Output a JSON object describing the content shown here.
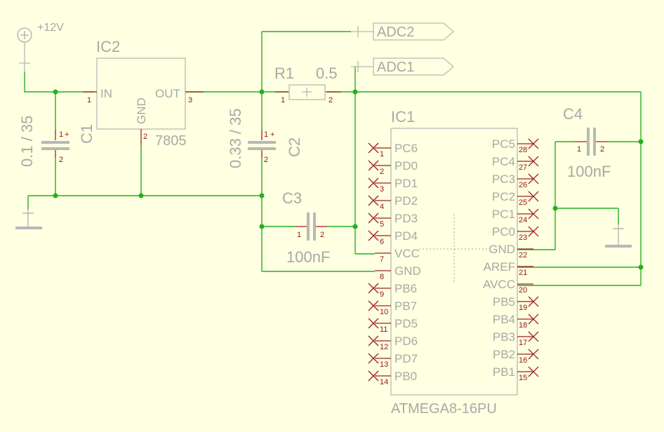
{
  "supply": {
    "label": "+12V"
  },
  "c1": {
    "name": "C1",
    "value": "0.1 / 35",
    "pin1": "1",
    "pin2": "2",
    "polarity": "+"
  },
  "c2": {
    "name": "C2",
    "value": "0.33 / 35",
    "pin1": "1",
    "pin2": "2",
    "polarity": "+"
  },
  "c3": {
    "name": "C3",
    "value": "100nF",
    "pin1": "1",
    "pin2": "2"
  },
  "c4": {
    "name": "C4",
    "value": "100nF",
    "pin1": "1",
    "pin2": "2"
  },
  "r1": {
    "name": "R1",
    "value": "0.5",
    "pin1": "1",
    "pin2": "2"
  },
  "ic2": {
    "name": "IC2",
    "value": "7805",
    "pin_in": "IN",
    "pin_out": "OUT",
    "pin_gnd": "GND",
    "pin1": "1",
    "pin2": "2",
    "pin3": "3"
  },
  "net_labels": {
    "adc2": "ADC2",
    "adc1": "ADC1"
  },
  "ic1": {
    "name": "IC1",
    "value": "ATMEGA8-16PU",
    "left_pins": [
      {
        "num": "1",
        "name": "PC6",
        "connected": false
      },
      {
        "num": "2",
        "name": "PD0",
        "connected": false
      },
      {
        "num": "3",
        "name": "PD1",
        "connected": false
      },
      {
        "num": "4",
        "name": "PD2",
        "connected": false
      },
      {
        "num": "5",
        "name": "PD3",
        "connected": false
      },
      {
        "num": "6",
        "name": "PD4",
        "connected": false
      },
      {
        "num": "7",
        "name": "VCC",
        "connected": true
      },
      {
        "num": "8",
        "name": "GND",
        "connected": true
      },
      {
        "num": "9",
        "name": "PB6",
        "connected": false
      },
      {
        "num": "10",
        "name": "PB7",
        "connected": false
      },
      {
        "num": "11",
        "name": "PD5",
        "connected": false
      },
      {
        "num": "12",
        "name": "PD6",
        "connected": false
      },
      {
        "num": "13",
        "name": "PD7",
        "connected": false
      },
      {
        "num": "14",
        "name": "PB0",
        "connected": false
      }
    ],
    "right_pins": [
      {
        "num": "28",
        "name": "PC5",
        "connected": false
      },
      {
        "num": "27",
        "name": "PC4",
        "connected": false
      },
      {
        "num": "26",
        "name": "PC3",
        "connected": false
      },
      {
        "num": "25",
        "name": "PC2",
        "connected": false
      },
      {
        "num": "24",
        "name": "PC1",
        "connected": false
      },
      {
        "num": "23",
        "name": "PC0",
        "connected": false
      },
      {
        "num": "22",
        "name": "GND",
        "connected": true
      },
      {
        "num": "21",
        "name": "AREF",
        "connected": true
      },
      {
        "num": "20",
        "name": "AVCC",
        "connected": true
      },
      {
        "num": "19",
        "name": "PB5",
        "connected": false
      },
      {
        "num": "18",
        "name": "PB4",
        "connected": false
      },
      {
        "num": "17",
        "name": "PB3",
        "connected": false
      },
      {
        "num": "16",
        "name": "PB2",
        "connected": false
      },
      {
        "num": "15",
        "name": "PB1",
        "connected": false
      }
    ]
  }
}
